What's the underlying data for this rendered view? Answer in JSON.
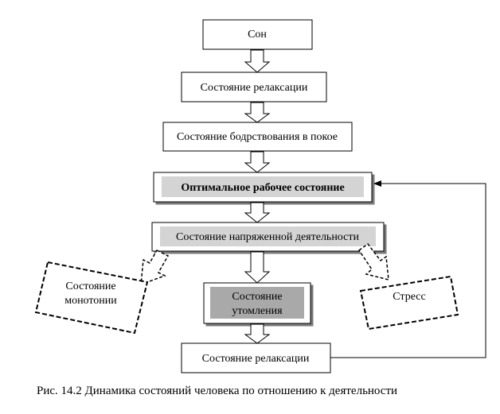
{
  "diagram": {
    "nodes": {
      "sleep": "Сон",
      "relaxation_top": "Состояние релаксации",
      "wakeful_rest": "Состояние бодрствования в покое",
      "optimal": "Оптимальное рабочее состояние",
      "tense": "Состояние напряженной деятельности",
      "monotony_line1": "Состояние",
      "monotony_line2": "монотонии",
      "fatigue_line1": "Состояние",
      "fatigue_line2": "утомления",
      "stress": "Стресс",
      "relaxation_bottom": "Состояние релаксации"
    },
    "caption": "Рис. 14.2 Динамика состояний человека по отношению к деятельности"
  }
}
